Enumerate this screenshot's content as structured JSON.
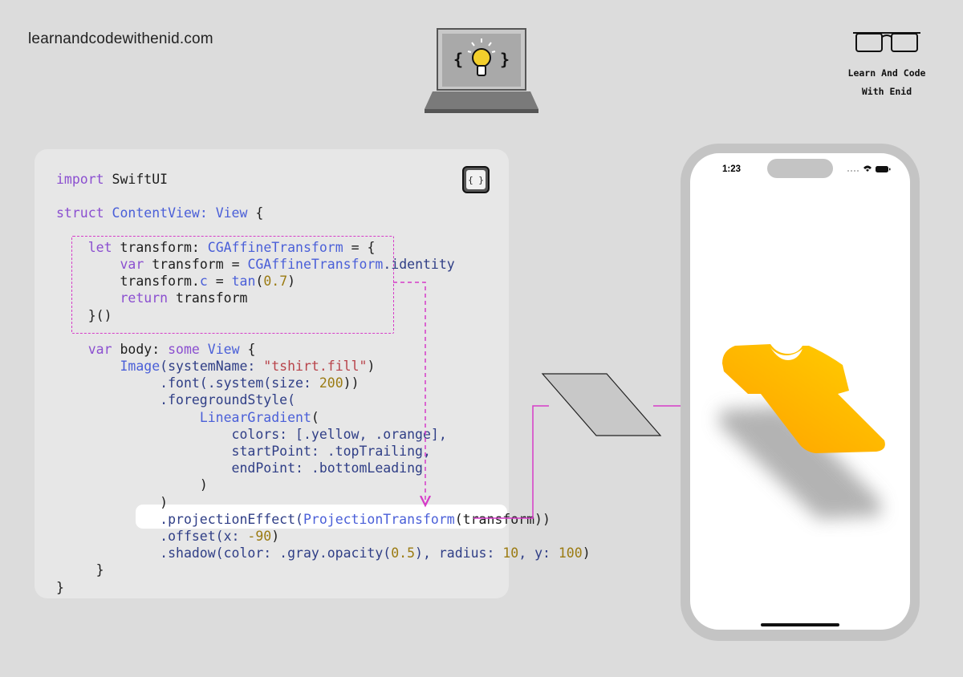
{
  "header": {
    "site_url": "learnandcodewithenid.com",
    "brand_line1": "Learn And Code",
    "brand_line2": "With Enid"
  },
  "icons": {
    "laptop": "laptop-lightbulb-icon",
    "glasses": "glasses-icon",
    "code_button": "code-braces-icon",
    "laptop_braces_left": "{",
    "laptop_braces_right": "}",
    "code_button_glyph": "{ }"
  },
  "code": {
    "line1": {
      "kw": "import",
      "rest": " SwiftUI"
    },
    "line3": {
      "kw": "struct",
      "name": " ContentView: ",
      "type": "View",
      "rest": " {"
    },
    "line5": {
      "kw": "let",
      "name": " transform: ",
      "type": "CGAffineTransform",
      "rest": " = {"
    },
    "line6": {
      "kw": "var",
      "name": " transform = ",
      "type": "CGAffineTransform",
      "rest": ".identity"
    },
    "line7": {
      "a": "transform.",
      "b": "c",
      "c": " = ",
      "d": "tan",
      "e": "(",
      "num": "0.7",
      "f": ")"
    },
    "line8": {
      "kw": "return",
      "rest": " transform"
    },
    "line9": "}()",
    "line11": {
      "kw": "var",
      "name": " body: ",
      "kw2": "some",
      "type": " View",
      "rest": " {"
    },
    "line12": {
      "type": "Image",
      "a": "(systemName: ",
      "str": "\"tshirt.fill\"",
      "b": ")"
    },
    "line13": {
      "a": ".font(.system(size: ",
      "num": "200",
      "b": "))"
    },
    "line14": ".foregroundStyle(",
    "line15": {
      "type": "LinearGradient",
      "rest": "("
    },
    "line16": "colors: [.yellow, .orange],",
    "line17": "startPoint: .topTrailing,",
    "line18": "endPoint: .bottomLeading",
    "line19": ")",
    "line20": ")",
    "line21": {
      "a": ".projectionEffect(",
      "type": "ProjectionTransform",
      "b": "(transform))"
    },
    "line22": {
      "a": ".offset(x: ",
      "num": "-90",
      "b": ")"
    },
    "line23": {
      "a": ".shadow(color: .gray.opacity(",
      "n1": "0.5",
      "b": "), radius: ",
      "n2": "10",
      "c": ", y: ",
      "n3": "100",
      "d": ")"
    },
    "line24": "}",
    "line25": "}"
  },
  "phone": {
    "time": "1:23",
    "content_icon": "tshirt-fill-icon"
  },
  "colors": {
    "background": "#dcdcdc",
    "card": "#e7e7e7",
    "keyword": "#8b4fd0",
    "type": "#4a5fd8",
    "number": "#9b7b12",
    "string": "#b8434a",
    "arrow": "#d63cc8",
    "gradient_start": "#ffd000",
    "gradient_end": "#ff9f00"
  }
}
